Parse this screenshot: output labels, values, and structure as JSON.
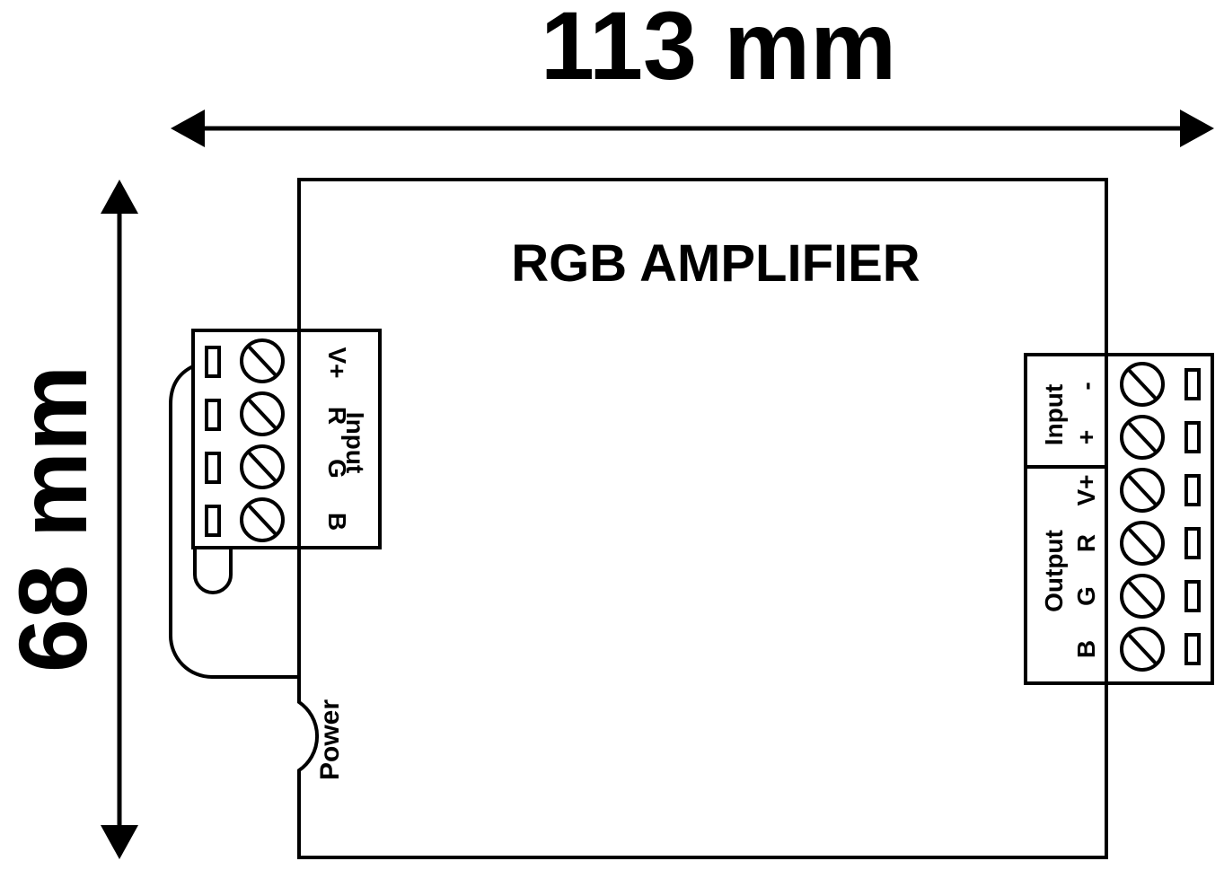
{
  "dimensions": {
    "width_label": "113 mm",
    "height_label": "68 mm"
  },
  "device": {
    "title": "RGB AMPLIFIER",
    "power_label": "Power"
  },
  "input_terminal": {
    "group_label": "Input",
    "pins": [
      "V+",
      "R",
      "G",
      "B"
    ]
  },
  "right_terminal": {
    "power_group_label": "Input",
    "power_pins": [
      "-",
      "+"
    ],
    "output_group_label": "Output",
    "output_pins": [
      "V+",
      "R",
      "G",
      "B"
    ]
  },
  "colors": {
    "line": "#000000",
    "background": "#ffffff"
  }
}
